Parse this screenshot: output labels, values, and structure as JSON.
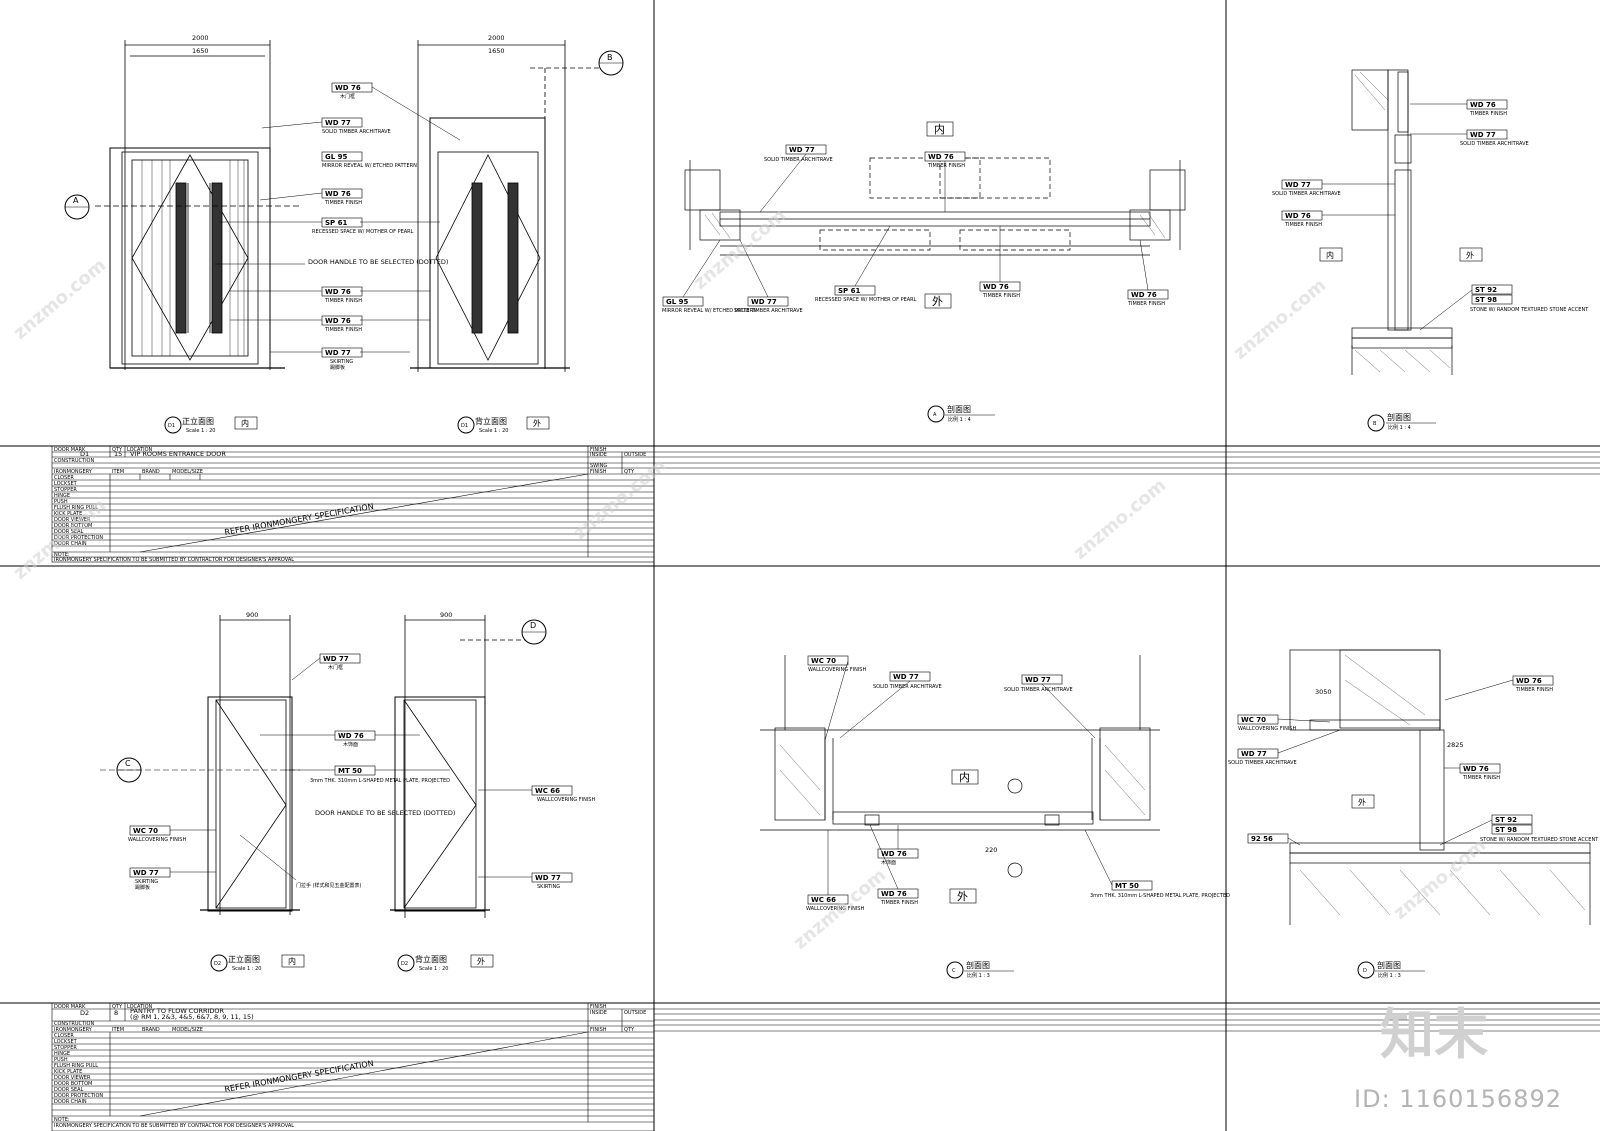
{
  "sheet": {
    "tags": {
      "wd77": "WD 77",
      "wd76": "WD 76",
      "gl95": "GL 95",
      "sp61": "SP 61",
      "st92": "ST 92",
      "st98": "ST 98",
      "wc70": "WC 70",
      "wc66": "WC 66",
      "mt50": "MT 50",
      "n9256": "92 56"
    },
    "notes": {
      "solid_arch": "SOLID TIMBER ARCHITRAVE",
      "arch_cn": "木门框",
      "timber_finish": "TIMBER FINISH",
      "timber_cn": "木饰面",
      "mirror": "MIRROR REVEAL W/ ETCHED PATTERN",
      "recessed": "RECESSED SPACE W/ MOTHER OF PEARL",
      "door_handle": "DOOR HANDLE TO BE SELECTED (DOTTED)",
      "skirting": "SKIRTING",
      "skirting_cn": "踢脚板",
      "wallcovering": "WALLCOVERING FINISH",
      "metal_plate": "3mm THK. 310mm L-SHAPED METAL PLATE, PROJECTED",
      "stone": "STONE W/ RANDOM TEXTURED STONE ACCENT",
      "handle_cn": "门拉手 (样式和见五金配置表)"
    },
    "titles": {
      "d1_front": "正立面图",
      "d1_front_tag": "内",
      "d1_back": "背立面图",
      "d1_back_tag": "外",
      "scale_20": "Scale 1 : 20",
      "sec_a": "剖面图",
      "sec_a_scale": "比例 1 : 4",
      "sec_b": "剖面图",
      "sec_b_scale": "比例 1 : 4",
      "d2_front": "正立面图",
      "d2_front_tag": "内",
      "d2_back": "背立面图",
      "d2_back_tag": "外",
      "sec_c": "剖面图",
      "sec_c_scale": "比例 1 : 3",
      "sec_d": "剖面图",
      "sec_d_scale": "比例 1 : 3",
      "inside": "内",
      "outside": "外"
    },
    "dims": {
      "d1_w": "2000",
      "d1_in": "1650",
      "d2_w": "900",
      "d2_in": "900",
      "d220": "220",
      "d2825": "2825",
      "d3050": "3050"
    },
    "schedule1": {
      "door_mark": "DOOR MARK",
      "qty": "QTY",
      "location": "LOCATION",
      "finish": "FINISH",
      "inside": "INSIDE",
      "outside": "OUTSIDE",
      "mark": "D1",
      "count": "15",
      "loc": "VIP ROOMS ENTRANCE DOOR",
      "construction": "CONSTRUCTION",
      "ironmongery": "IRONMONGERY",
      "item": "ITEM",
      "brand": "BRAND",
      "model": "MODEL/SIZE",
      "swing": "SWING",
      "qty2": "QTY",
      "rows": [
        "CLOSER",
        "LOCKSET",
        "STOPPER",
        "HINGE",
        "PUSH",
        "FLUSH RING PULL",
        "KICK PLATE",
        "DOOR VIEWER",
        "DOOR BOTTOM",
        "DOOR SEAL",
        "DOOR PROTECTION",
        "DOOR CHAIN"
      ],
      "refer": "REFER IRONMONGERY SPECIFICATION",
      "note": "NOTE:",
      "note_text": "IRONMONGERY SPECIFICATION TO BE SUBMITTED BY CONTRACTOR FOR DESIGNER'S APPROVAL"
    },
    "schedule2": {
      "mark": "D2",
      "count": "8",
      "loc": "PANTRY TO FLOW CORRIDOR",
      "loc2": "(@ RM 1, 2&3, 4&5, 6&7, 8, 9, 11, 15)"
    },
    "watermark": "znzmo.com",
    "brand": "知末",
    "id": "ID: 1160156892"
  }
}
